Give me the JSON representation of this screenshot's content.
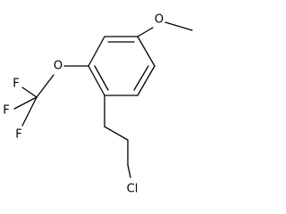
{
  "molecule": {
    "atom_labels": {
      "methoxy_oxygen": "O",
      "ether_oxygen": "O",
      "fluorine_top": "F",
      "fluorine_left": "F",
      "fluorine_bottom": "F",
      "chlorine": "Cl"
    },
    "colors": {
      "bond": "#000000",
      "label": "#000000",
      "background": "#ffffff"
    }
  }
}
